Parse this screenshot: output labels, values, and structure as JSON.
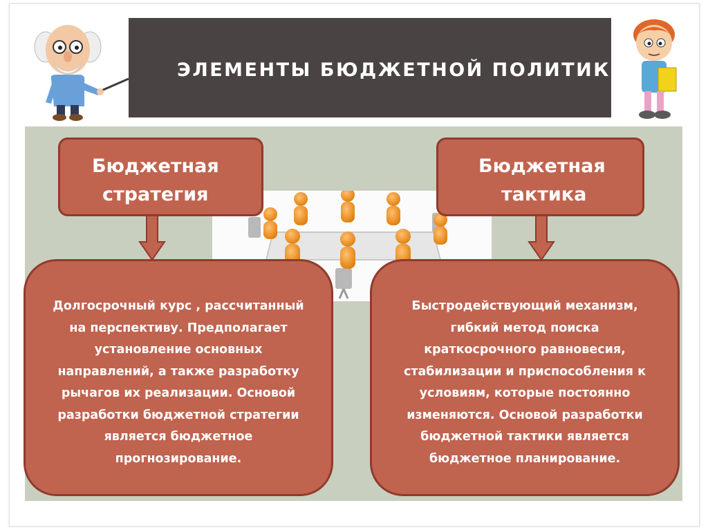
{
  "slide": {
    "title": "ЭЛЕМЕНТЫ БЮДЖЕТНОЙ ПОЛИТИКИ"
  },
  "strategy": {
    "heading_lines": [
      "Бюджетная",
      "стратегия"
    ],
    "description_lines": [
      "Долгосрочный курс , рассчитанный",
      "на перспективу. Предполагает",
      "установление основных",
      "направлений, а также разработку",
      "рычагов их реализации. Основой",
      "разработки бюджетной стратегии",
      "является бюджетное",
      "прогнозирование."
    ]
  },
  "tactic": {
    "heading_lines": [
      "Бюджетная",
      "тактика"
    ],
    "description_lines": [
      "Быстродействующий механизм,",
      "гибкий метод поиска",
      "краткосрочного равновесия,",
      "стабилизации и приспособления к",
      "условиям, которые постоянно",
      "изменяются. Основой разработки",
      "бюджетной тактики является",
      "бюджетное планирование."
    ]
  },
  "colors": {
    "title_bar": "#4a4344",
    "panel": "#c9cfbe",
    "box_fill": "#c0634f",
    "box_border": "#8f3b2e",
    "figure_orange": "#f0901a"
  },
  "icons": {
    "left_character": "professor-with-pointer-icon",
    "right_character": "boy-with-book-icon",
    "meeting_image": "meeting-table-figures-icon",
    "arrows": "arrow-down-icon"
  }
}
